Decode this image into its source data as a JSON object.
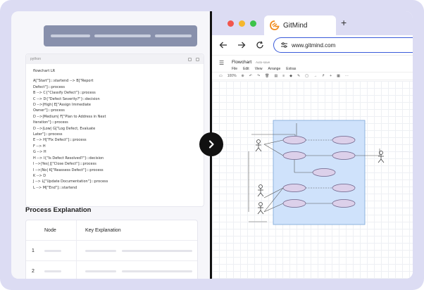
{
  "left_panel": {
    "code_block": {
      "language": "python",
      "lines": [
        "flowchart LR",
        "A[\"Start\"]:::startend --> B[\"Report",
        "Defect\"]:::process",
        "B --> C{\"Classify Defect\"}::process",
        "C --> D{\"Defect Severity?\"}::decision",
        "D -->|High| E[\"Assign Immediate",
        "Owner\"]:::process",
        "D -->|Medium| F[\"Plan to Address in Next",
        "Iteration\"]:::process",
        "D -->|Low| G[\"Log Defect, Evaluate",
        "Later\"]:::process",
        "E --> H[\"Fix Defect\"]:::process",
        "F --> H",
        "G --> H",
        "H --> I{\"Is Defect Resolved?\"}::decision",
        "I -->|Yes| J[\"Close Defect\"]:::process",
        "I -->|No| K[\"Reassess Defect\"]:::process",
        "K --> D",
        "J --> L[\"Update Documentation\"]:::process",
        "L --> M[\"End\"]:::startend"
      ]
    },
    "section_title": "Process Explanation",
    "table": {
      "headers": [
        "Node",
        "Key Explanation"
      ],
      "rows": [
        {
          "node": "1"
        },
        {
          "node": "2"
        }
      ]
    }
  },
  "browser": {
    "tab_title": "GitMind",
    "new_tab_symbol": "+",
    "url": "www.gitmind.com",
    "colors": {
      "close": "#f2564d",
      "minimize": "#f5b72e",
      "maximize": "#3cc34a",
      "brand": "#f08a1c",
      "url_border": "#3a5bd9"
    }
  },
  "app": {
    "doc_title": "Flowchart",
    "autosave": "Auto-save",
    "menus": [
      "File",
      "Edit",
      "View",
      "Arrange",
      "Extras"
    ],
    "zoom": "100%"
  },
  "icons": [
    "copy-icon",
    "download-icon",
    "chevron-right-icon",
    "back-arrow-icon",
    "forward-arrow-icon",
    "reload-icon",
    "site-settings-icon",
    "gitmind-logo-icon",
    "actor-icon"
  ]
}
